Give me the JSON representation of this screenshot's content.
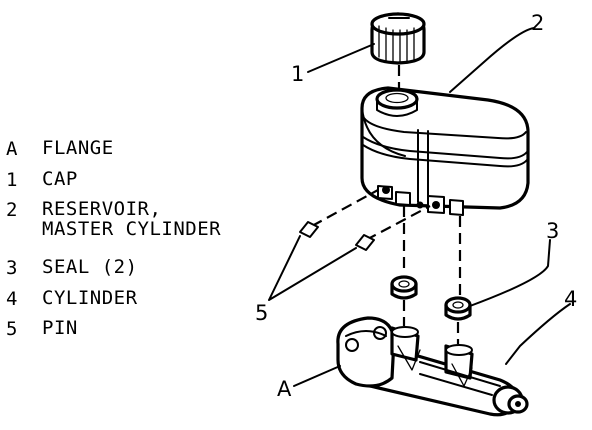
{
  "legend": [
    {
      "key": "A",
      "text": "FLANGE"
    },
    {
      "key": "1",
      "text": "CAP"
    },
    {
      "key": "2",
      "text": "RESERVOIR,",
      "text2": "MASTER CYLINDER"
    },
    {
      "key": "3",
      "text": "SEAL (2)"
    },
    {
      "key": "4",
      "text": "CYLINDER"
    },
    {
      "key": "5",
      "text": "PIN"
    }
  ],
  "callouts": {
    "cap": "1",
    "reservoir": "2",
    "seal": "3",
    "cylinder": "4",
    "pin": "5",
    "flange": "A"
  }
}
